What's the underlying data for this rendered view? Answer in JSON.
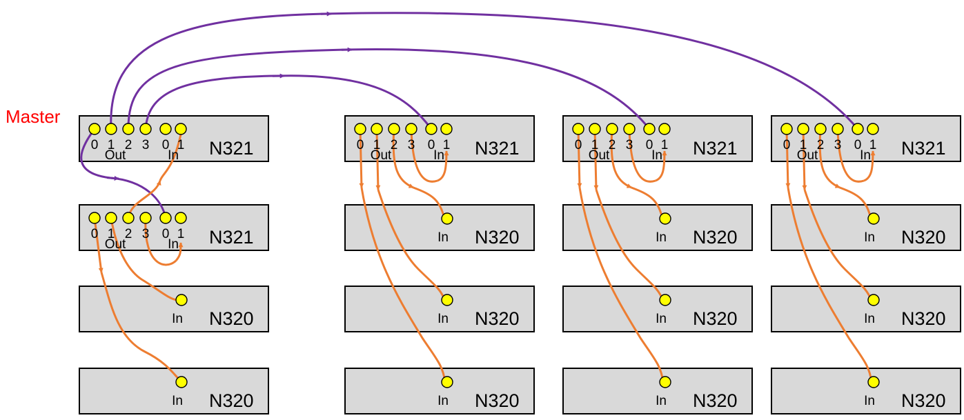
{
  "master_label": "Master",
  "port_labels": {
    "out": [
      "0",
      "1",
      "2",
      "3"
    ],
    "in": [
      "0",
      "1"
    ]
  },
  "group_labels": {
    "out": "Out",
    "in": "In"
  },
  "columns": [
    {
      "units": [
        "N321",
        "N321",
        "N320",
        "N320"
      ]
    },
    {
      "units": [
        "N321",
        "N320",
        "N320",
        "N320"
      ]
    },
    {
      "units": [
        "N321",
        "N320",
        "N320",
        "N320"
      ]
    },
    {
      "units": [
        "N321",
        "N320",
        "N320",
        "N320"
      ]
    }
  ],
  "colors": {
    "master_links": "#7030a0",
    "cascade_links": "#ed7d31",
    "port_fill": "#ffff00",
    "box_fill": "#d9d9d9",
    "master_label": "#ff0000"
  }
}
